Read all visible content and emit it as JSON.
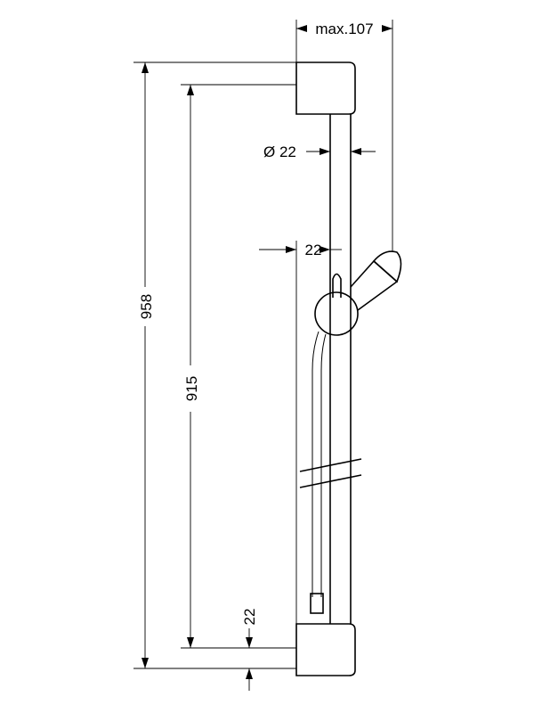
{
  "dimensions": {
    "max_projection": "max.107",
    "rail_diameter": "Ø 22",
    "rail_offset": "22",
    "overall_length": "958",
    "mount_spacing": "915",
    "bracket_offset": "22"
  }
}
